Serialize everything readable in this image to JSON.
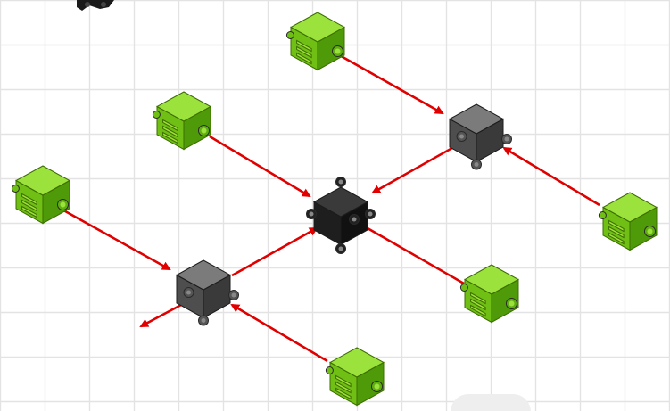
{
  "diagram": {
    "colors": {
      "background": "#ffffff",
      "grid": "#e3e3e3",
      "arrow": "#e00000",
      "green_top": "#9be23c",
      "green_left": "#6fbf15",
      "green_right": "#4e9a08",
      "green_pin": "#5fae10",
      "gray_top": "#7b7b7b",
      "gray_left": "#4e4e4e",
      "gray_right": "#3a3a3a",
      "hub_top": "#3a3a3a",
      "hub_left": "#1e1e1e",
      "hub_right": "#111111"
    },
    "blocks": [
      {
        "id": "green-block-top",
        "kind": "green",
        "icon": "green-block-icon"
      },
      {
        "id": "green-block-upper-left",
        "kind": "green",
        "icon": "green-block-icon"
      },
      {
        "id": "green-block-left",
        "kind": "green",
        "icon": "green-block-icon"
      },
      {
        "id": "green-block-right",
        "kind": "green",
        "icon": "green-block-icon"
      },
      {
        "id": "green-block-lower-right",
        "kind": "green",
        "icon": "green-block-icon"
      },
      {
        "id": "green-block-bottom",
        "kind": "green",
        "icon": "green-block-icon"
      },
      {
        "id": "gray-block-upper-right",
        "kind": "gray",
        "icon": "gray-block-icon"
      },
      {
        "id": "gray-block-lower-left",
        "kind": "gray",
        "icon": "gray-block-icon"
      },
      {
        "id": "hub-block",
        "kind": "hub",
        "icon": "hub-block-icon"
      }
    ],
    "connections": [
      {
        "from": "green-block-top",
        "to": "gray-block-upper-right"
      },
      {
        "from": "green-block-right",
        "to": "gray-block-upper-right"
      },
      {
        "from": "gray-block-upper-right",
        "to": "hub-block"
      },
      {
        "from": "green-block-upper-left",
        "to": "hub-block"
      },
      {
        "from": "green-block-lower-right",
        "to": "hub-block"
      },
      {
        "from": "gray-block-lower-left",
        "to": "hub-block"
      },
      {
        "from": "green-block-left",
        "to": "gray-block-lower-left"
      },
      {
        "from": "green-block-bottom",
        "to": "gray-block-lower-left"
      },
      {
        "from": "gray-block-lower-left",
        "to": "empty-point"
      }
    ]
  }
}
